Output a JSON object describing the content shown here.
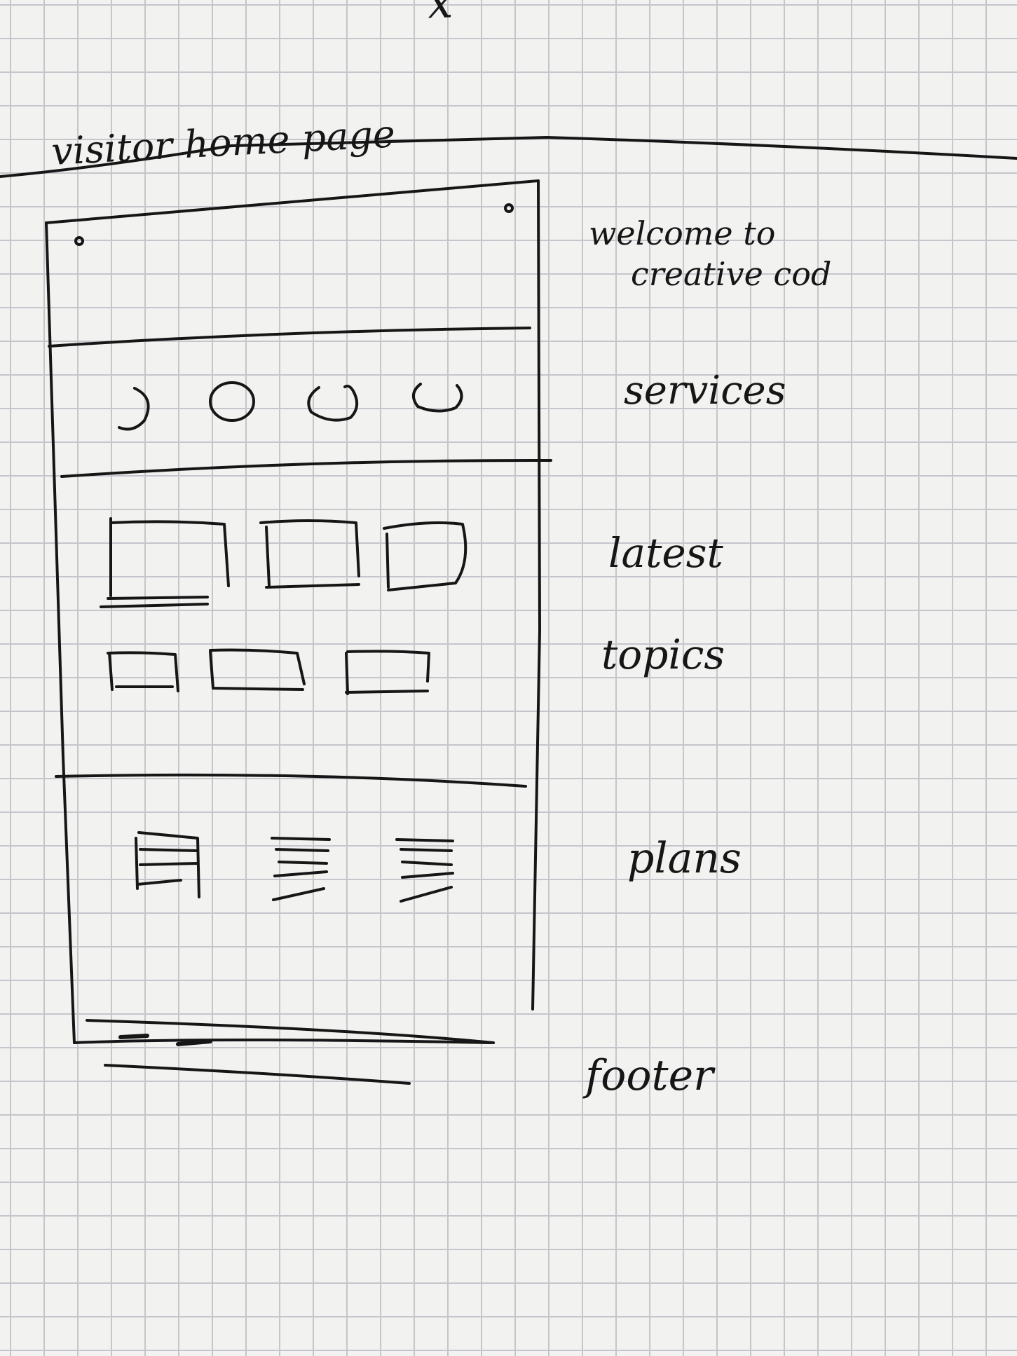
{
  "sketch": {
    "top_scribble": "x",
    "page_title": "visitor home page",
    "sections": [
      {
        "key": "welcome",
        "lines": [
          "welcome to",
          "creative cod"
        ]
      },
      {
        "key": "services",
        "label": "services"
      },
      {
        "key": "latest",
        "label": "latest"
      },
      {
        "key": "topics",
        "label": "topics"
      },
      {
        "key": "plans",
        "label": "plans"
      },
      {
        "key": "footer",
        "label": "footer"
      }
    ],
    "ink_color": "#161616",
    "grid_color": "#c4c6cb",
    "paper_color": "#f2f2f0"
  }
}
